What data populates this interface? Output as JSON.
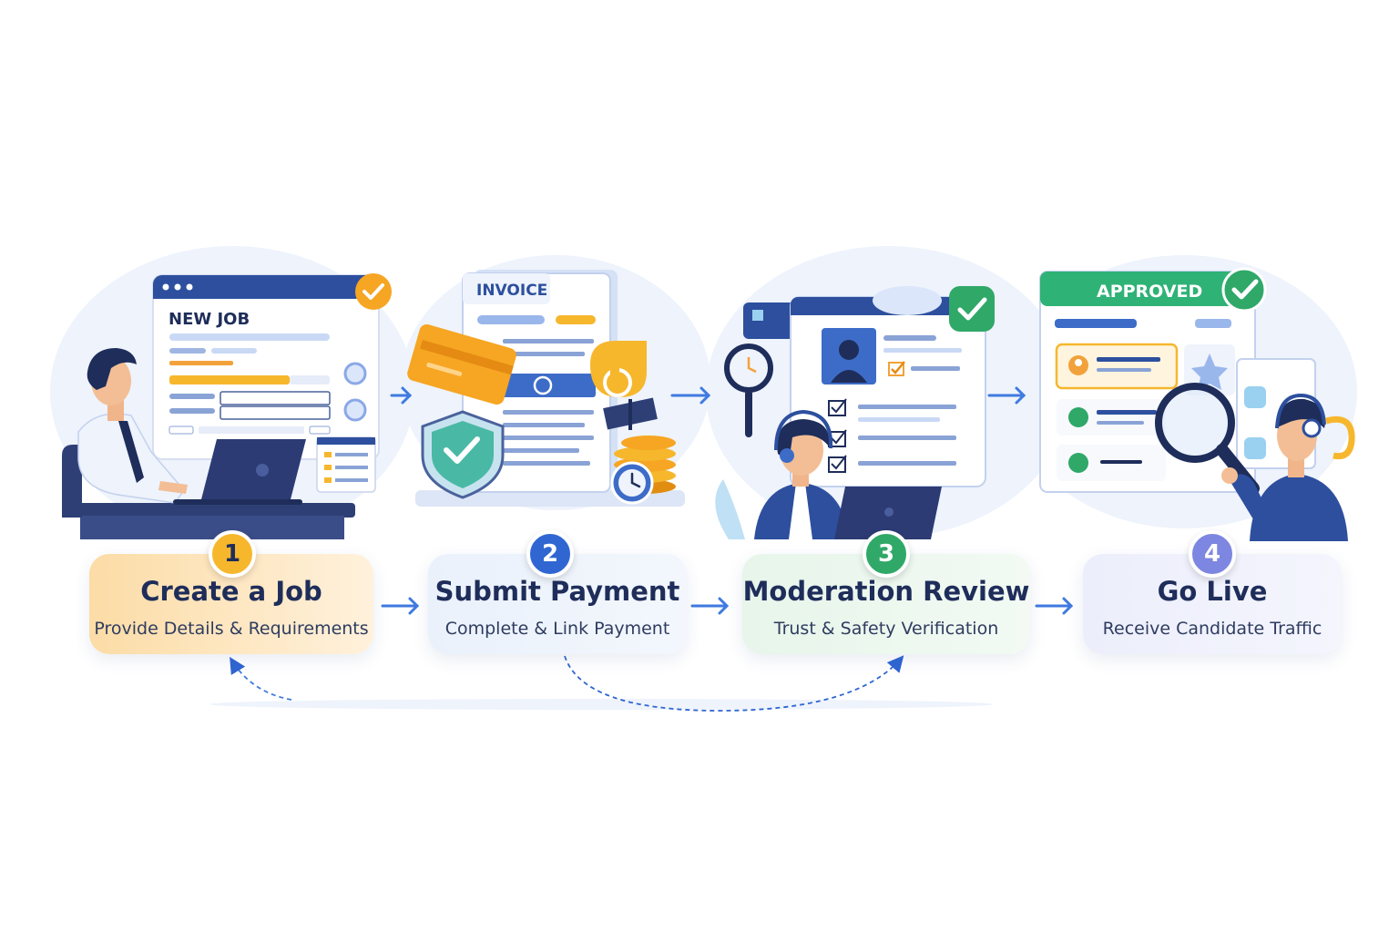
{
  "steps": [
    {
      "number": "1",
      "title": "Create a Job",
      "subtitle": "Provide Details & Requirements"
    },
    {
      "number": "2",
      "title": "Submit Payment",
      "subtitle": "Complete & Link Payment"
    },
    {
      "number": "3",
      "title": "Moderation Review",
      "subtitle": "Trust & Safety Verification"
    },
    {
      "number": "4",
      "title": "Go Live",
      "subtitle": "Receive Candidate Traffic"
    }
  ],
  "illustrations": {
    "job_window_title": "NEW JOB",
    "invoice_title": "INVOICE",
    "approved_banner": "APPROVED"
  },
  "icons": [
    "check-icon",
    "credit-card-icon",
    "shield-check-icon",
    "coins-icon",
    "clock-icon",
    "magnifier-icon",
    "profile-icon",
    "headset-icon",
    "laptop-icon",
    "arrow-right-icon"
  ],
  "colors": {
    "navy": "#1e2d5a",
    "blue": "#2f66d2",
    "orange": "#f6b72d",
    "green": "#2fa868",
    "purple": "#7d86e0"
  }
}
